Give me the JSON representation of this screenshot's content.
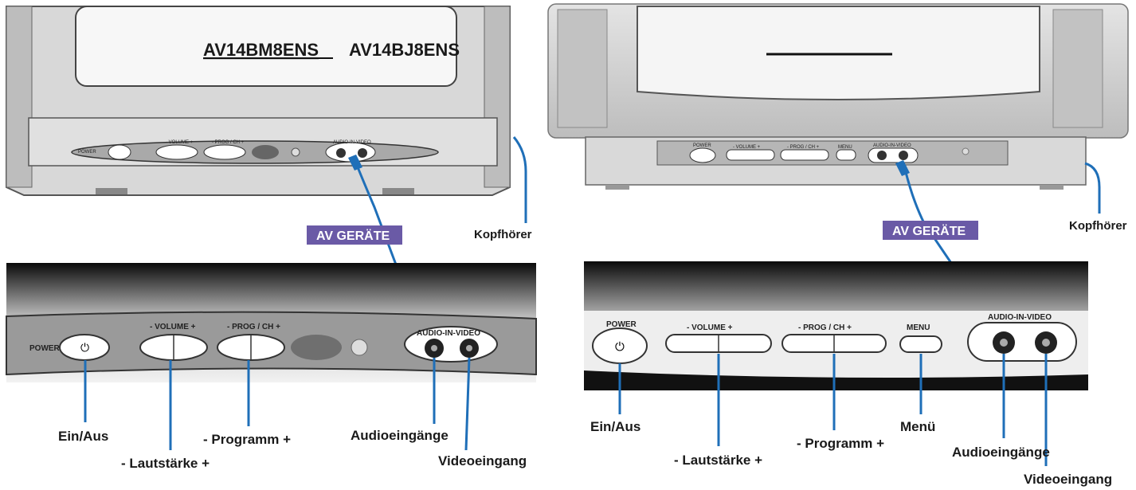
{
  "models": {
    "left_model": "AV14BM8ENS",
    "right_model": "AV14BJ8ENS"
  },
  "callouts": {
    "av_devices": "AV GERÄTE",
    "headphones": "Kopfhörer"
  },
  "panel_labels": {
    "power": "POWER",
    "volume": "-  VOLUME  +",
    "prog_ch": "-  PROG / CH  +",
    "menu": "MENU",
    "audio_in_video": "AUDIO-IN-VIDEO"
  },
  "left_labels": {
    "power_label": "Ein/Aus",
    "volume_label": "- Lautstärke +",
    "program_label": "- Programm +",
    "audio_label": "Audioeingänge",
    "video_label": "Videoeingang"
  },
  "right_labels": {
    "power_label": "Ein/Aus",
    "volume_label": "- Lautstärke +",
    "program_label": "- Programm +",
    "menu_label": "Menü",
    "audio_label": "Audioeingänge",
    "video_label": "Videoeingang"
  },
  "colors": {
    "badge": "#6a5aa6",
    "lead": "#1f6fb8",
    "panel_gray": "#cfcfcf"
  }
}
